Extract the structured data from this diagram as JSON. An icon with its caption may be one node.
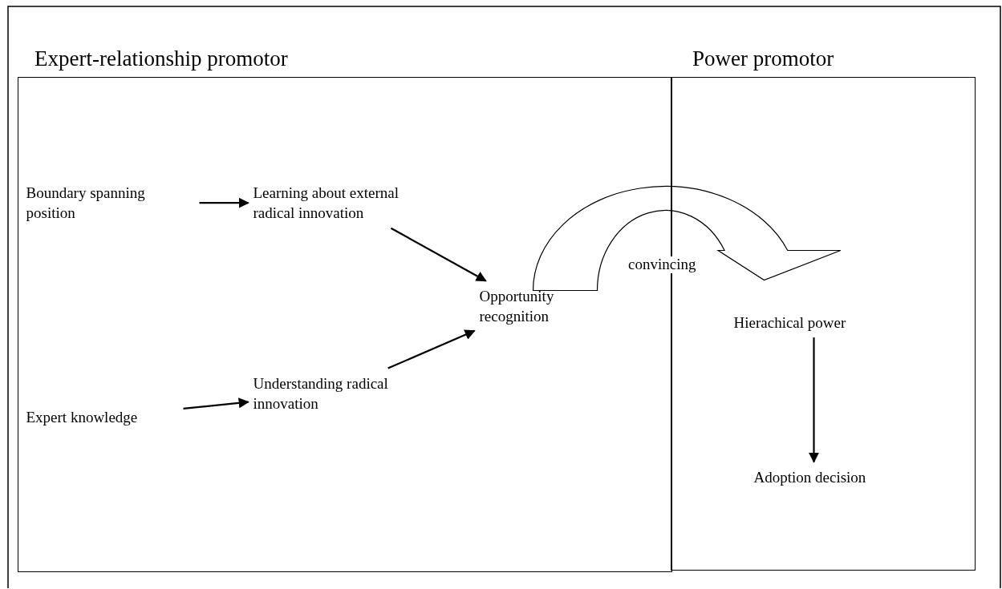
{
  "diagram": {
    "nodes": [
      {
        "text": [
          "Expert-relationship promotor"
        ]
      },
      {
        "text": [
          "Power promotor"
        ]
      },
      {
        "text": [
          "Boundary spanning position"
        ],
        "in": 0
      },
      {
        "text": [
          "Learning about external radical innovation"
        ],
        "in": 0
      },
      {
        "text": [
          "Opportunity recognition"
        ],
        "in": 0
      },
      {
        "text": [
          "Expert knowledge"
        ],
        "in": 0
      },
      {
        "text": [
          "Understanding radical innovation"
        ],
        "in": 0
      },
      {
        "text": [
          "Hierachical power"
        ],
        "in": 1
      },
      {
        "text": [
          "Adoption decision"
        ],
        "in": 1
      }
    ],
    "edges": [
      {
        "from": 2,
        "to": 3,
        "arrow": "to"
      },
      {
        "from": 5,
        "to": 6,
        "arrow": "to"
      },
      {
        "from": 3,
        "to": 4,
        "arrow": "to"
      },
      {
        "from": 6,
        "to": 4,
        "arrow": "to"
      },
      {
        "from": 4,
        "to": 7,
        "arrow": "to",
        "label": "convincing",
        "style": "thick"
      },
      {
        "from": 7,
        "to": 8,
        "arrow": "to"
      }
    ]
  }
}
